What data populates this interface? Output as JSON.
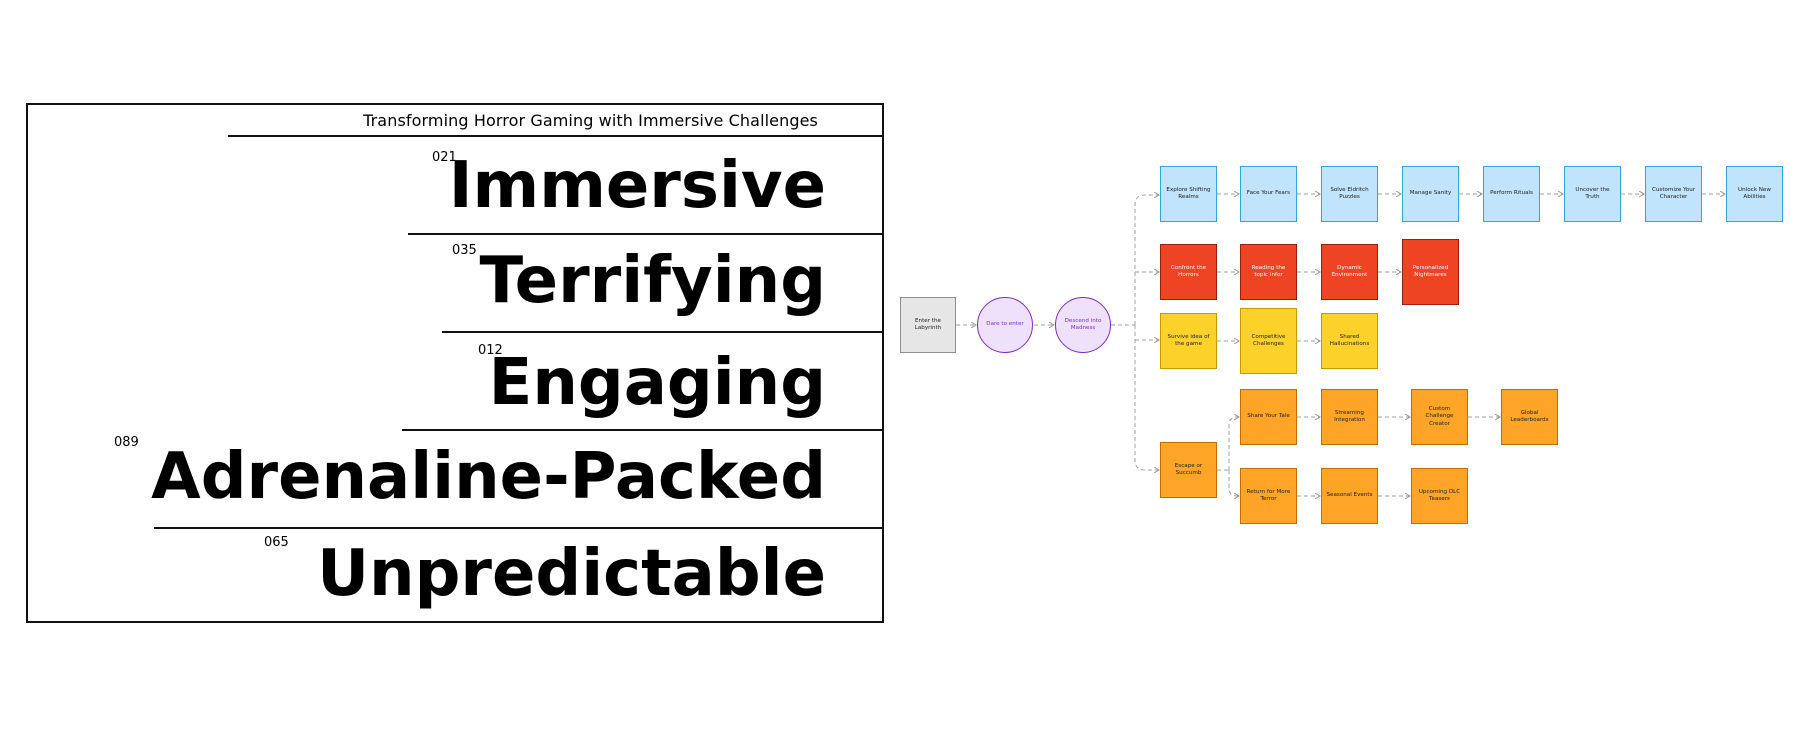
{
  "card": {
    "subtitle": "Transforming Horror Gaming with Immersive Challenges",
    "items": [
      {
        "num": "021",
        "word": "Immersive"
      },
      {
        "num": "035",
        "word": "Terrifying"
      },
      {
        "num": "012",
        "word": "Engaging"
      },
      {
        "num": "089",
        "word": "Adrenaline-Packed"
      },
      {
        "num": "065",
        "word": "Unpredictable"
      }
    ]
  },
  "flow": {
    "start": "Enter the Labyrinth",
    "circle1": "Dare to enter",
    "circle2": "Descend into Madness",
    "row_blue": [
      "Explore Shifting Realms",
      "Face Your Fears",
      "Solve Eldritch Puzzles",
      "Manage Sanity",
      "Perform Rituals",
      "Uncover the Truth",
      "Customize Your Character",
      "Unlock New Abilities"
    ],
    "row_red": [
      "Confront the Horrors",
      "Reading the topic infor",
      "Dynamic Environment",
      "Personalized Nightmares"
    ],
    "row_yellow": [
      "Survive idea of the game",
      "Competitive Challenges",
      "Shared Hallucinations"
    ],
    "escape": "Escape or Succumb",
    "row_orange_top": [
      "Share Your Tale",
      "Streaming Integration",
      "Custom Challenge Creator",
      "Global Leaderboards"
    ],
    "row_orange_bottom": [
      "Return for More Terror",
      "Seasonal Events",
      "Upcoming DLC Teasers"
    ],
    "colors": {
      "blue": "#bfe4fb",
      "red": "#ef4423",
      "yellow": "#fcd12a",
      "orange": "#fea427",
      "purple": "#7b2ccc",
      "gray": "#e6e6e6"
    }
  }
}
